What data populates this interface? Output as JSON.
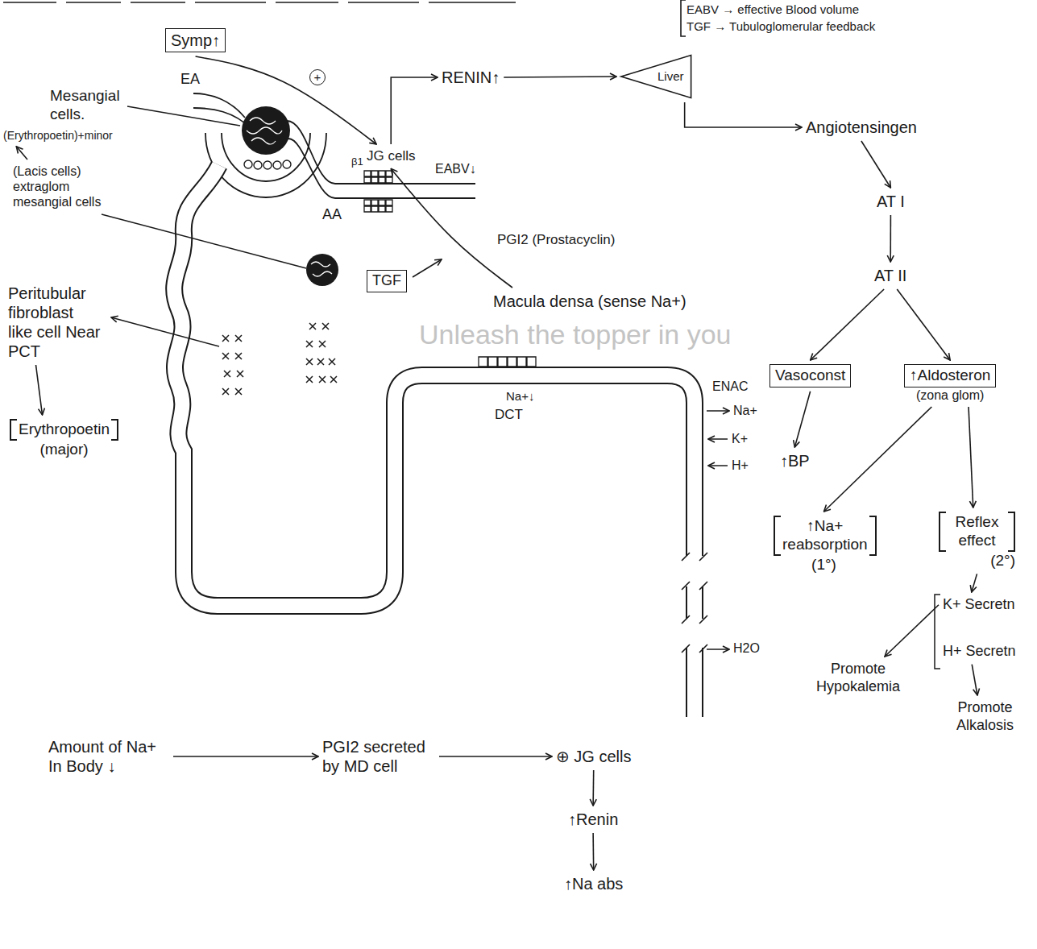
{
  "diagram": {
    "nodes": [
      {
        "text": [
          "Symp↑"
        ]
      },
      {
        "text": [
          "Liver"
        ]
      },
      {
        "text": [
          "RENIN↑"
        ]
      },
      {
        "text": [
          "Angiotensingen"
        ]
      },
      {
        "text": [
          "(Erythropoetin)+minor"
        ]
      },
      {
        "text": [
          "JG cells"
        ]
      },
      {
        "text": [
          "(Lacis cells)",
          "extraglom mesangial cells"
        ]
      },
      {
        "text": [
          "AT I"
        ]
      },
      {
        "text": [
          "AT II"
        ]
      },
      {
        "text": [
          "TGF"
        ]
      },
      {
        "text": [
          "Peritubular fibroblast like cell Near PCT"
        ]
      },
      {
        "text": [
          "Macula densa (sense Na+)"
        ]
      },
      {
        "text": [
          "Vasoconst"
        ]
      },
      {
        "text": [
          "↑Aldosteron",
          "(zona glom)"
        ]
      },
      {
        "text": [
          "Erythropoetin",
          "(major)"
        ]
      },
      {
        "text": [
          "↑BP"
        ]
      },
      {
        "text": [
          "↑Na+ reabsorption",
          "(1°)"
        ]
      },
      {
        "text": [
          "Reflex effect",
          "(2°)"
        ]
      },
      {
        "text": [
          "K+ Secretn"
        ]
      },
      {
        "text": [
          "H+ Secretn"
        ]
      },
      {
        "text": [
          "Promote Hypokalemia"
        ]
      },
      {
        "text": [
          "Promote Alkalosis"
        ]
      },
      {
        "text": [
          "Amount of Na+ In Body ↓"
        ]
      },
      {
        "text": [
          "PGI2 secreted by MD cell"
        ]
      },
      {
        "text": [
          "⊕ JG cells"
        ]
      },
      {
        "text": [
          "↑Renin"
        ]
      },
      {
        "text": [
          "↑Na abs"
        ]
      }
    ],
    "edges": [
      {
        "from": 0,
        "to": 5,
        "label": "+",
        "arrow": "to"
      },
      {
        "from": 5,
        "to": 2,
        "arrow": "to"
      },
      {
        "from": 2,
        "to": 1,
        "arrow": "to"
      },
      {
        "from": 1,
        "to": 3,
        "arrow": "to"
      },
      {
        "from": 3,
        "to": 7,
        "arrow": "to"
      },
      {
        "from": 7,
        "to": 8,
        "arrow": "to"
      },
      {
        "from": 8,
        "to": 12,
        "arrow": "to"
      },
      {
        "from": 8,
        "to": 13,
        "arrow": "to"
      },
      {
        "from": 12,
        "to": 15,
        "arrow": "to"
      },
      {
        "from": 13,
        "to": 16,
        "arrow": "to"
      },
      {
        "from": 13,
        "to": 17,
        "arrow": "to"
      },
      {
        "from": 17,
        "to": 18,
        "arrow": "to"
      },
      {
        "from": 18,
        "to": 20,
        "arrow": "to"
      },
      {
        "from": 19,
        "to": 21,
        "arrow": "to"
      },
      {
        "from": 11,
        "to": 5,
        "label": "PGI2 (Prostacyclin)",
        "arrow": "to"
      },
      {
        "from": 6,
        "to": 4,
        "arrow": "to"
      },
      {
        "from": 10,
        "to": 14,
        "arrow": "to"
      },
      {
        "from": 22,
        "to": 23,
        "arrow": "to"
      },
      {
        "from": 23,
        "to": 24,
        "arrow": "to"
      },
      {
        "from": 24,
        "to": 25,
        "arrow": "to"
      },
      {
        "from": 25,
        "to": 26,
        "arrow": "to"
      }
    ],
    "labels": [
      "EABV → effective Blood volume",
      "TGF → Tubuloglomerular feedback",
      "Mesangial cells.",
      "EA",
      "AA",
      "β1",
      "EABV↓",
      "Na+↓",
      "DCT",
      "ENAC",
      "Na+",
      "K+",
      "H+",
      "H2O",
      "Unleash the topper in you"
    ]
  }
}
